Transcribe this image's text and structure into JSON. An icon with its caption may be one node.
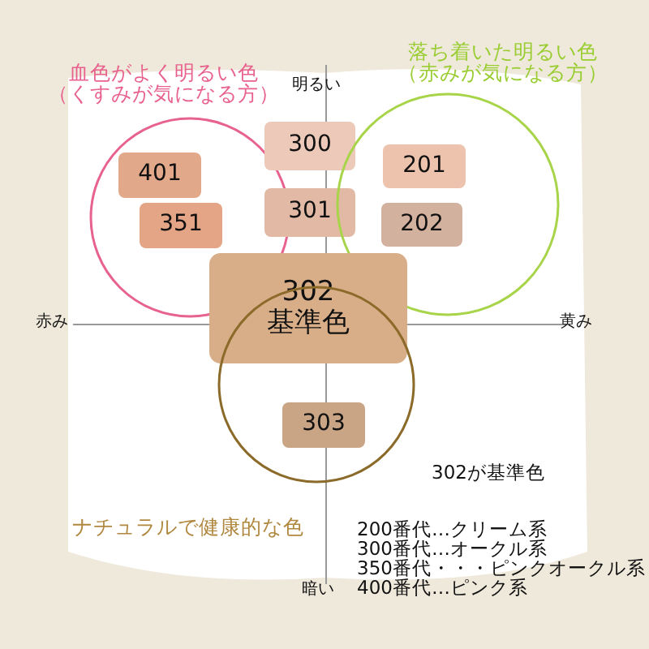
{
  "diagram": {
    "nodes": [
      {
        "text": [
          "血色がよく明るい色（くすみが気になる方）"
        ]
      },
      {
        "text": [
          "401"
        ],
        "in": 0
      },
      {
        "text": [
          "351"
        ],
        "in": 0
      },
      {
        "text": [
          "300"
        ]
      },
      {
        "text": [
          "301"
        ]
      },
      {
        "text": [
          "落ち着いた明るい色（赤みが気になる方）"
        ]
      },
      {
        "text": [
          "201"
        ],
        "in": 5
      },
      {
        "text": [
          "202"
        ],
        "in": 5
      },
      {
        "text": [
          "302",
          "基準色"
        ]
      },
      {
        "text": [
          "ナチュラルで健康的な色"
        ]
      },
      {
        "text": [
          "303"
        ],
        "in": 9
      }
    ],
    "labels": [
      "明るい",
      "赤み",
      "黄み",
      "暗い",
      "302が基準色",
      "200番代…クリーム系",
      "300番代…オークル系",
      "350番代・・・ピンクオークル系",
      "400番代…ピンク系"
    ]
  }
}
